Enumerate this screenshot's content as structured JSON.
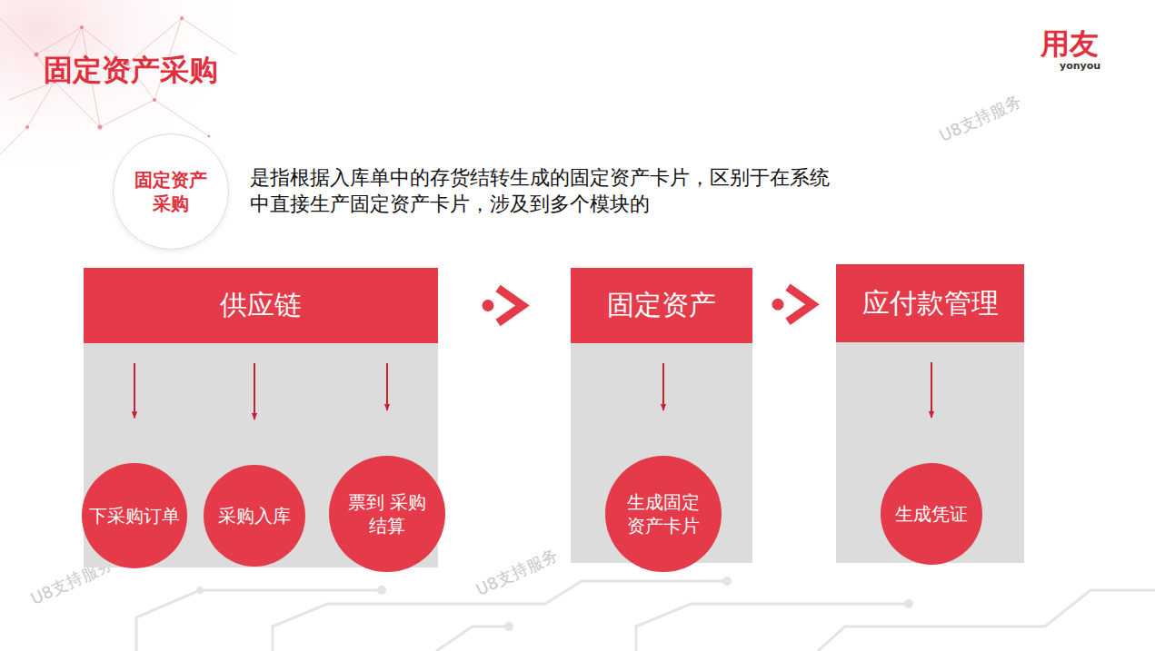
{
  "diagram": {
    "title": "固定资产采购",
    "nodes": [
      {
        "text": [
          "固定资产 采购"
        ]
      },
      {
        "text": [
          "供应链"
        ]
      },
      {
        "text": [
          "下采购订单"
        ],
        "in": 1
      },
      {
        "text": [
          "采购入库"
        ],
        "in": 1
      },
      {
        "text": [
          "票到 采购结算"
        ],
        "in": 1
      },
      {
        "text": [
          "固定资产"
        ]
      },
      {
        "text": [
          "生成固定 资产卡片"
        ],
        "in": 5
      },
      {
        "text": [
          "应付款管理"
        ]
      },
      {
        "text": [
          "生成凭证"
        ],
        "in": 7
      }
    ],
    "edges": [
      {
        "from": 1,
        "to": 2,
        "arrow": "to"
      },
      {
        "from": 1,
        "to": 3,
        "arrow": "to"
      },
      {
        "from": 1,
        "to": 4,
        "arrow": "to"
      },
      {
        "from": 1,
        "to": 5,
        "arrow": "to"
      },
      {
        "from": 5,
        "to": 6,
        "arrow": "to"
      },
      {
        "from": 5,
        "to": 7,
        "arrow": "to"
      },
      {
        "from": 7,
        "to": 8,
        "arrow": "to"
      }
    ],
    "labels": [
      "是指根据入库单中的存货结转生成的固定资产卡片，区别于在系统中直接生产固定资产卡片，涉及到多个模块的",
      "用友",
      "yonyou",
      "U8支持服务",
      "U8支持服务",
      "U8支持服务"
    ]
  }
}
